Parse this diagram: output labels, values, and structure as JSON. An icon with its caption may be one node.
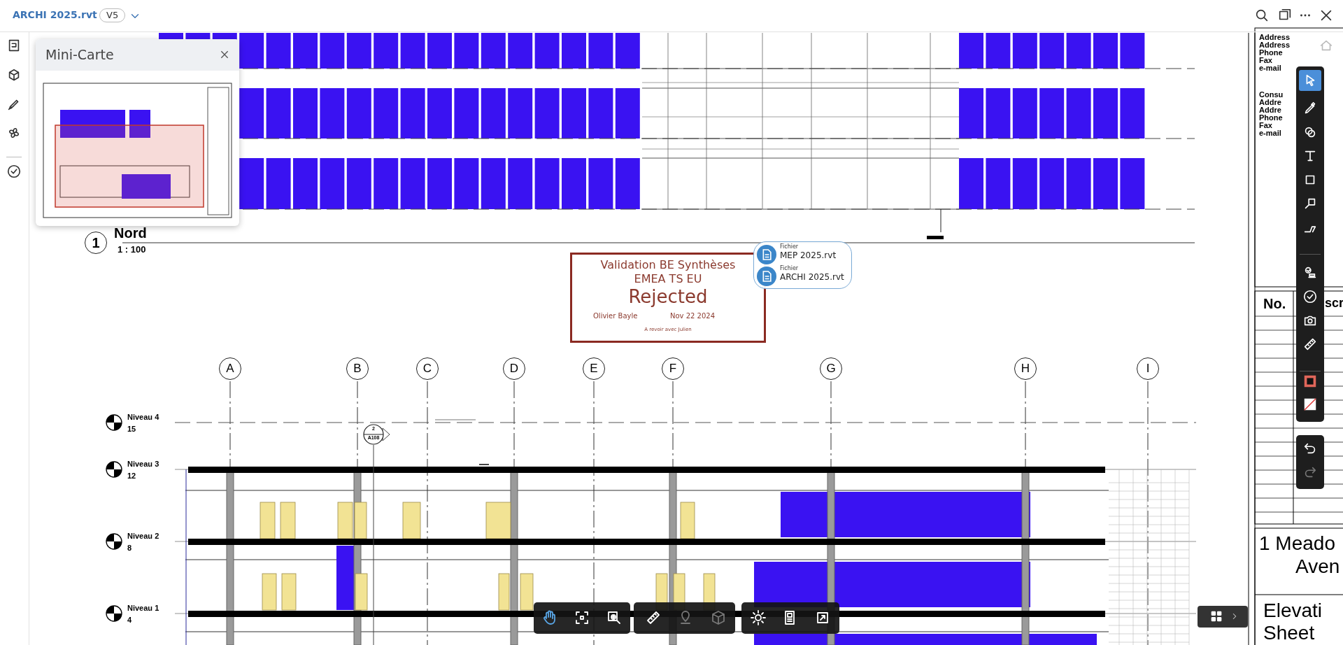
{
  "diagram": {
    "nodes": [
      {
        "text": [
          "Mini-Carte"
        ]
      },
      {
        "text": [
          "1"
        ],
        "beside": [
          "Nord",
          "1 : 100"
        ]
      },
      {
        "text": [
          "Validation BE Synthèses",
          "EMEA TS EU",
          "Rejected",
          "Olivier Bayle",
          "Nov 22 2024",
          "A revoir avec Julien"
        ]
      },
      {
        "text": [
          "Fichier",
          "MEP 2025.rvt",
          "Fichier",
          "ARCHI 2025.rvt"
        ]
      },
      {
        "text": [
          "A"
        ]
      },
      {
        "text": [
          "B"
        ]
      },
      {
        "text": [
          "C"
        ]
      },
      {
        "text": [
          "D"
        ]
      },
      {
        "text": [
          "E"
        ]
      },
      {
        "text": [
          "F"
        ]
      },
      {
        "text": [
          "G"
        ]
      },
      {
        "text": [
          "H"
        ]
      },
      {
        "text": [
          "I"
        ]
      },
      {
        "text": [
          "2",
          "A108"
        ]
      },
      {
        "text": [],
        "shape": "box"
      },
      {
        "text": [],
        "shape": "box"
      },
      {
        "text": [],
        "shape": "box"
      }
    ],
    "labels": [
      "ARCHI 2025.rvt",
      "V5",
      "Niveau 4",
      "15",
      "Niveau 3",
      "12",
      "Niveau 2",
      "8",
      "Niveau 1",
      "4",
      "Address",
      "Address",
      "Phone",
      "Fax",
      "e-mail",
      "Consu",
      "Addre",
      "Addre",
      "Phone",
      "Fax",
      "e-mail",
      "No.",
      "scr",
      "1 Meado",
      "Aven",
      "Elevati",
      "Sheet"
    ]
  }
}
